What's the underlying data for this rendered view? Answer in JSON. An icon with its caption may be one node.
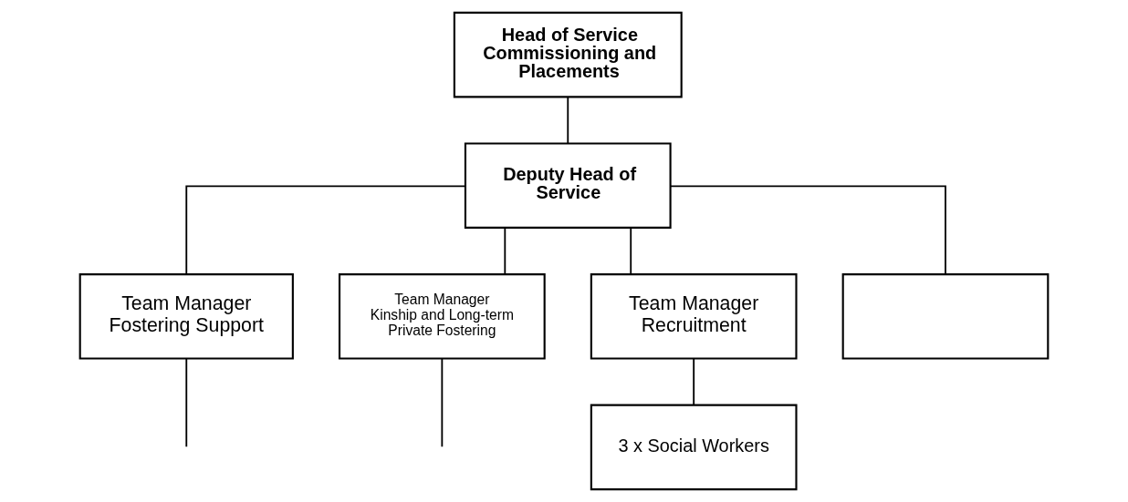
{
  "diagram": {
    "nodes": [
      {
        "text": [
          "Head of Service Commissioning and Placements"
        ]
      },
      {
        "text": [
          "Deputy Head of Service"
        ]
      },
      {
        "text": [
          "Team Manager",
          "Fostering Support"
        ]
      },
      {
        "text": [
          "Team Manager",
          "Kinship and Long-term Private Fostering"
        ]
      },
      {
        "text": [
          "Team Manager",
          "Recruitment"
        ]
      },
      {
        "text": [],
        "shape": "box"
      },
      {
        "text": [
          "3 x Social Workers"
        ]
      }
    ],
    "edges": [
      {
        "from": 0,
        "to": 1,
        "arrow": "none"
      },
      {
        "from": 1,
        "to": 2,
        "arrow": "none"
      },
      {
        "from": 1,
        "to": 3,
        "arrow": "none"
      },
      {
        "from": 1,
        "to": 4,
        "arrow": "none"
      },
      {
        "from": 1,
        "to": 5,
        "arrow": "none"
      },
      {
        "from": 4,
        "to": 6,
        "arrow": "none"
      },
      {
        "from": 2,
        "to": null,
        "arrow": "none"
      },
      {
        "from": 3,
        "to": null,
        "arrow": "none"
      }
    ]
  }
}
